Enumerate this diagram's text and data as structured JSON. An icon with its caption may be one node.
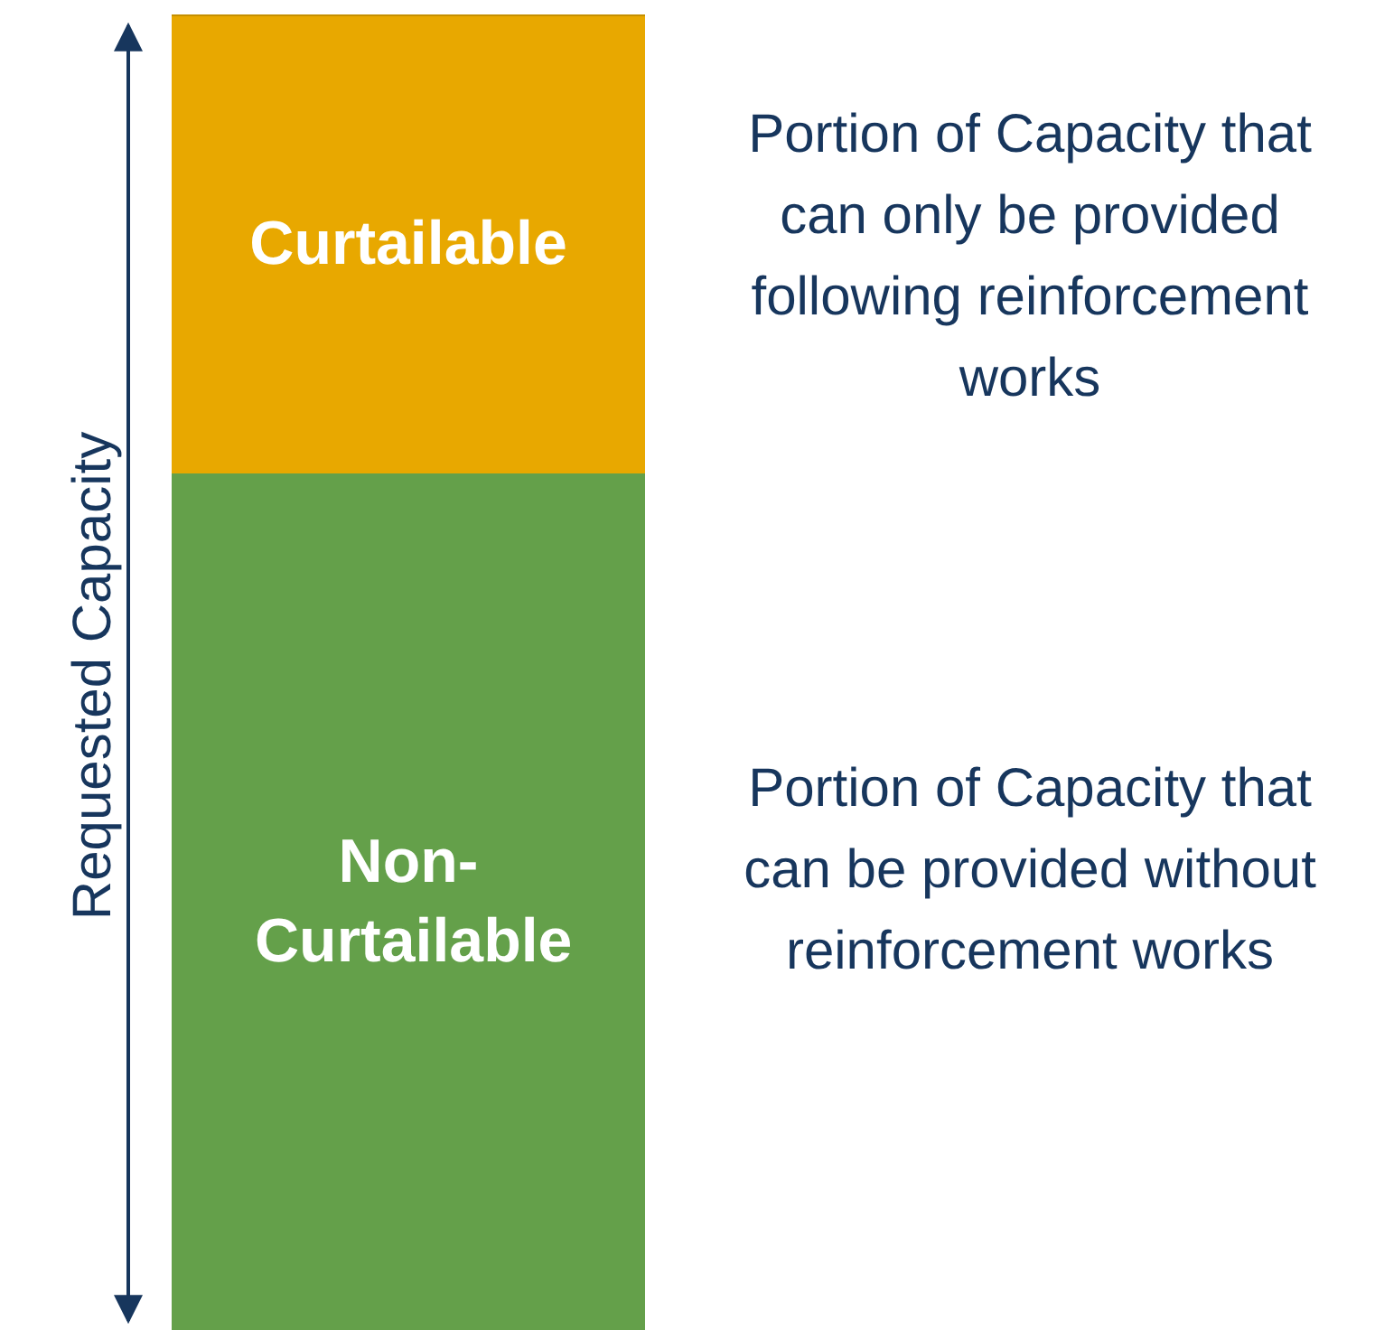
{
  "diagram": {
    "nodes": [
      {
        "text": [
          "Curtailable"
        ],
        "beside": [
          "Portion of Capacity that can only be provided following reinforcement works"
        ]
      },
      {
        "text": [
          "Non-Curtailable"
        ],
        "beside": [
          "Portion of Capacity that can be provided without reinforcement works"
        ]
      }
    ],
    "labels": [
      "Requested Capacity"
    ]
  }
}
